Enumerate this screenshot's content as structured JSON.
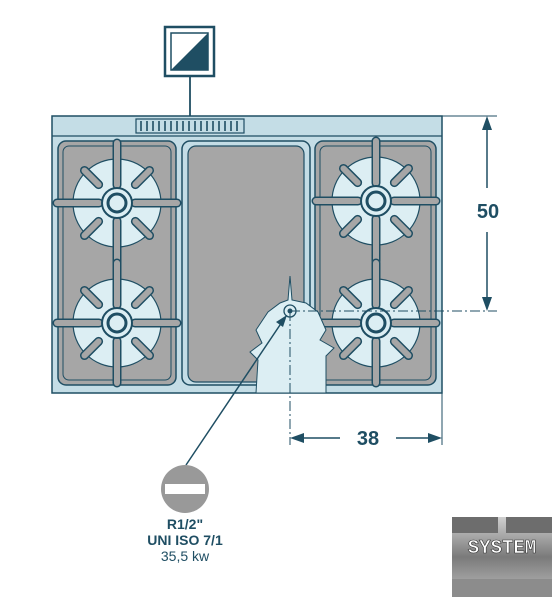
{
  "diagram": {
    "dimension_height": "50",
    "dimension_width": "38",
    "connection": {
      "thread": "R1/2\"",
      "standard": "UNI ISO 7/1",
      "power": "35,5 kw"
    },
    "icon": "griddle-plate-icon",
    "burner_count": 4
  },
  "logo": {
    "text": "SYSTEM"
  },
  "colors": {
    "outline": "#1f4e63",
    "body_fill": "#c4dde6",
    "grate_fill": "#a6a6a6",
    "burner_fill": "#dceef3",
    "gas_marker": "#999999"
  }
}
